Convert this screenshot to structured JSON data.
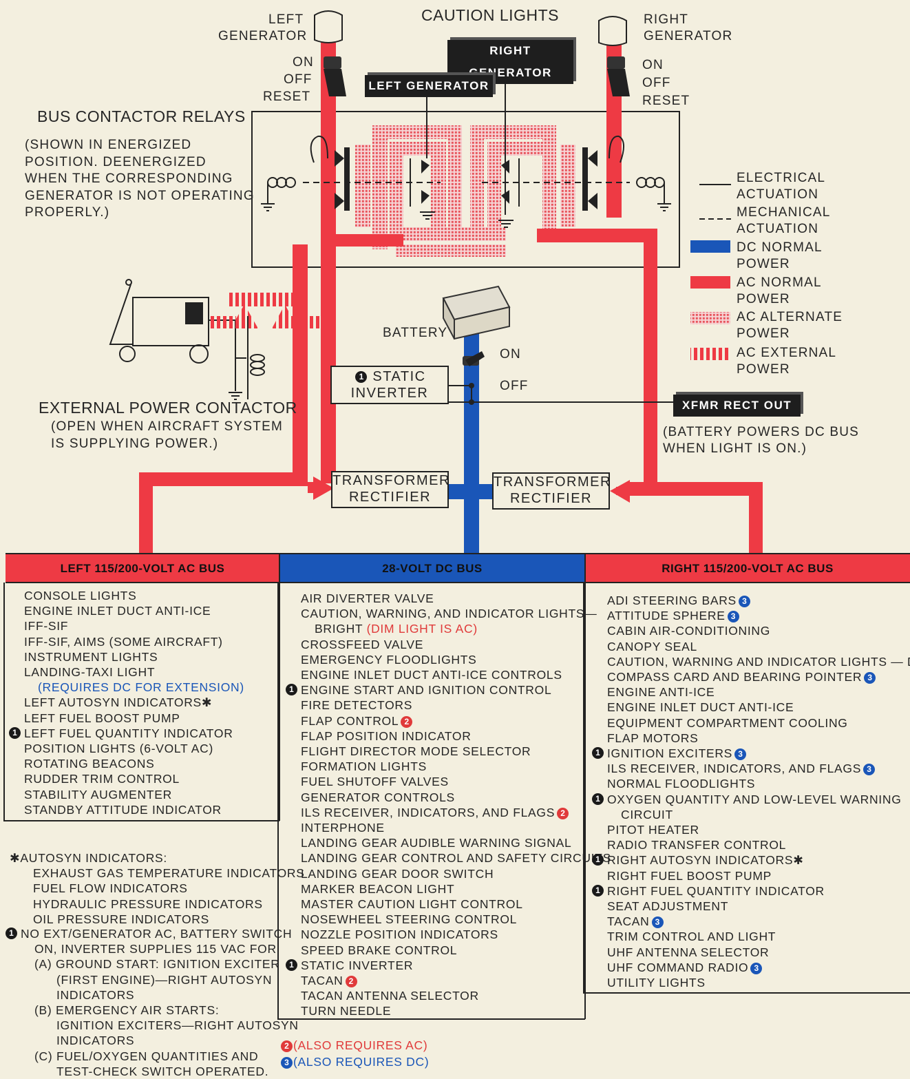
{
  "colors": {
    "ac_normal": "#ee3a44",
    "dc_normal": "#1a56b8",
    "ac_alternate": "#e86a70",
    "line": "#222222",
    "background": "#f3efdf"
  },
  "icons": [
    "generator-caution-light-icon",
    "toggle-switch-icon",
    "battery-icon",
    "external-power-cart-icon",
    "relay-coil-icon",
    "ground-icon"
  ],
  "header": {
    "caution_lights": "CAUTION LIGHTS",
    "left_generator_l1": "LEFT",
    "left_generator_l2": "GENERATOR",
    "right_generator_l1": "RIGHT",
    "right_generator_l2": "GENERATOR",
    "right_generator_light": "RIGHT GENERATOR",
    "left_generator_light": "LEFT GENERATOR"
  },
  "switches": {
    "left": {
      "on": "ON",
      "off": "OFF",
      "reset": "RESET"
    },
    "right": {
      "on": "ON",
      "off": "OFF",
      "reset": "RESET"
    },
    "battery": {
      "label": "BATTERY",
      "on": "ON",
      "off": "OFF"
    }
  },
  "bus_contactor": {
    "title": "BUS CONTACTOR RELAYS",
    "note": [
      "(SHOWN IN ENERGIZED",
      "POSITION.  DEENERGIZED",
      "WHEN THE CORRESPONDING",
      "GENERATOR IS NOT OPERATING",
      "PROPERLY.)"
    ]
  },
  "legend": {
    "electrical_l1": "ELECTRICAL",
    "electrical_l2": "ACTUATION",
    "mechanical_l1": "MECHANICAL",
    "mechanical_l2": "ACTUATION",
    "dc_l1": "DC NORMAL",
    "dc_l2": "POWER",
    "ac_l1": "AC NORMAL",
    "ac_l2": "POWER",
    "alt_l1": "AC ALTERNATE",
    "alt_l2": "POWER",
    "ext_l1": "AC EXTERNAL",
    "ext_l2": "POWER"
  },
  "external_power": {
    "title": "EXTERNAL POWER CONTACTOR",
    "note_l1": "(OPEN WHEN AIRCRAFT SYSTEM",
    "note_l2": "IS SUPPLYING POWER.)"
  },
  "static_inverter": {
    "badge": "1",
    "l1": "STATIC",
    "l2": "INVERTER"
  },
  "xfmr": {
    "light": "XFMR RECT OUT",
    "note_l1": "(BATTERY POWERS DC BUS",
    "note_l2": "WHEN LIGHT IS ON.)"
  },
  "transformer_left": {
    "l1": "TRANSFORMER",
    "l2": "RECTIFIER"
  },
  "transformer_right": {
    "l1": "TRANSFORMER",
    "l2": "RECTIFIER"
  },
  "buses": {
    "left": "LEFT 115/200-VOLT AC BUS",
    "dc": "28-VOLT DC BUS",
    "right": "RIGHT 115/200-VOLT AC BUS"
  },
  "left_items": [
    "CONSOLE LIGHTS",
    "ENGINE INLET DUCT ANTI-ICE",
    "IFF-SIF",
    "IFF-SIF, AIMS (SOME AIRCRAFT)",
    "INSTRUMENT LIGHTS",
    "LANDING-TAXI LIGHT",
    "(REQUIRES DC FOR EXTENSION)",
    "LEFT AUTOSYN INDICATORS✱",
    "LEFT FUEL BOOST PUMP",
    "LEFT FUEL QUANTITY INDICATOR",
    "POSITION LIGHTS (6-VOLT AC)",
    "ROTATING BEACONS",
    "RUDDER TRIM CONTROL",
    "STABILITY AUGMENTER",
    "STANDBY ATTITUDE INDICATOR"
  ],
  "dc_items": [
    "AIR DIVERTER VALVE",
    "CAUTION, WARNING, AND INDICATOR LIGHTS—",
    "BRIGHT",
    "(DIM LIGHT IS AC)",
    "CROSSFEED VALVE",
    "EMERGENCY FLOODLIGHTS",
    "ENGINE INLET DUCT ANTI-ICE CONTROLS",
    "ENGINE START AND IGNITION CONTROL",
    "FIRE DETECTORS",
    "FLAP CONTROL",
    "FLAP POSITION INDICATOR",
    "FLIGHT DIRECTOR MODE SELECTOR",
    "FORMATION LIGHTS",
    "FUEL SHUTOFF VALVES",
    "GENERATOR CONTROLS",
    "ILS RECEIVER, INDICATORS, AND FLAGS",
    "INTERPHONE",
    "LANDING GEAR AUDIBLE WARNING SIGNAL",
    "LANDING GEAR CONTROL AND SAFETY CIRCUITS",
    "LANDING GEAR DOOR SWITCH",
    "MARKER BEACON LIGHT",
    "MASTER CAUTION LIGHT CONTROL",
    "NOSEWHEEL STEERING CONTROL",
    "NOZZLE POSITION INDICATORS",
    "SPEED BRAKE CONTROL",
    "STATIC INVERTER",
    "TACAN",
    "TACAN ANTENNA SELECTOR",
    "TURN NEEDLE"
  ],
  "right_items": [
    "ADI STEERING BARS",
    "ATTITUDE SPHERE",
    "CABIN AIR-CONDITIONING",
    "CANOPY SEAL",
    "CAUTION, WARNING AND INDICATOR LIGHTS — DIM",
    "COMPASS CARD AND BEARING POINTER",
    "ENGINE ANTI-ICE",
    "ENGINE INLET DUCT ANTI-ICE",
    "EQUIPMENT COMPARTMENT COOLING",
    "FLAP MOTORS",
    "IGNITION EXCITERS",
    "ILS RECEIVER, INDICATORS, AND FLAGS",
    "NORMAL FLOODLIGHTS",
    "OXYGEN QUANTITY AND LOW-LEVEL WARNING",
    "CIRCUIT",
    "PITOT HEATER",
    "RADIO TRANSFER CONTROL",
    "RIGHT AUTOSYN INDICATORS✱",
    "RIGHT FUEL BOOST PUMP",
    "RIGHT FUEL QUANTITY INDICATOR",
    "SEAT ADJUSTMENT",
    "TACAN",
    "TRIM CONTROL AND LIGHT",
    "UHF ANTENNA SELECTOR",
    "UHF COMMAND RADIO",
    "UTILITY LIGHTS"
  ],
  "badges": {
    "one": "1",
    "two": "2",
    "three": "3"
  },
  "footnotes": {
    "autosyn_title": "✱AUTOSYN INDICATORS:",
    "autosyn_items": [
      "EXHAUST GAS TEMPERATURE INDICATORS",
      "FUEL FLOW INDICATORS",
      "HYDRAULIC PRESSURE INDICATORS",
      "OIL PRESSURE INDICATORS"
    ],
    "note1_lines": [
      "NO EXT/GENERATOR AC, BATTERY SWITCH",
      "ON, INVERTER SUPPLIES 115 VAC FOR:",
      "(A)  GROUND START: IGNITION EXCITER",
      "(FIRST ENGINE)—RIGHT AUTOSYN",
      "INDICATORS",
      "(B)  EMERGENCY AIR STARTS:",
      "IGNITION EXCITERS—RIGHT AUTOSYN",
      "INDICATORS",
      "(C)  FUEL/OXYGEN QUANTITIES AND",
      "TEST-CHECK SWITCH OPERATED."
    ],
    "also_ac": "(ALSO REQUIRES AC)",
    "also_dc": "(ALSO REQUIRES DC)"
  }
}
